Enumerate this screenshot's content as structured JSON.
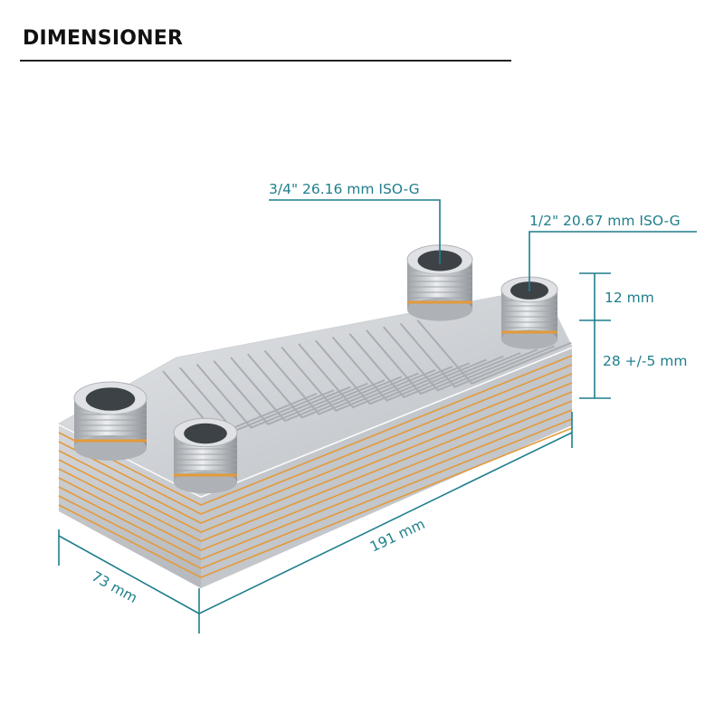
{
  "title": "DIMENSIONER",
  "colors": {
    "accent": "#1f7f8c",
    "copper": "#e49a3a",
    "steel": "#c9ccd0"
  },
  "dimensions": {
    "large_port": "3/4\" 26.16 mm ISO-G",
    "small_port": "1/2\" 20.67 mm ISO-G",
    "port_height": "12 mm",
    "body_height": "28 +/-5 mm",
    "length": "191 mm",
    "width": "73 mm"
  }
}
